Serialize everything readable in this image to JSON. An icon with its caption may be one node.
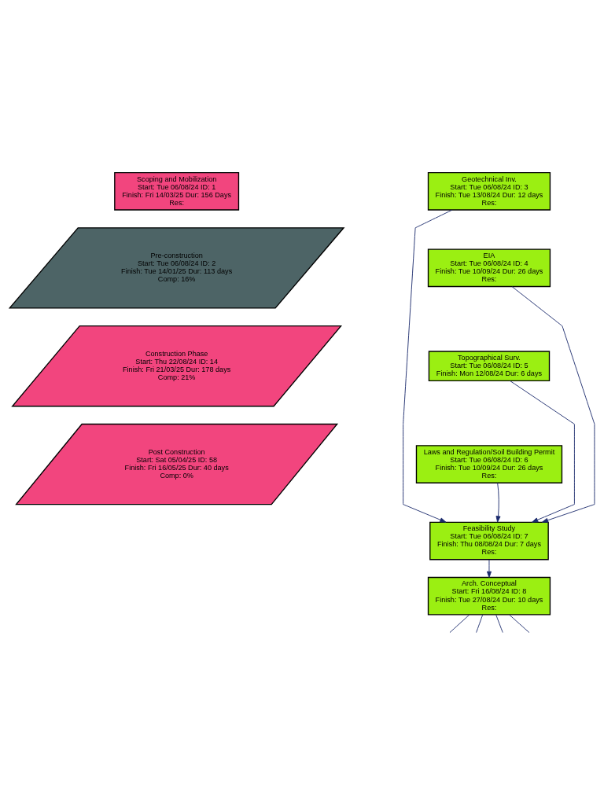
{
  "diagram": {
    "nodes": [
      {
        "text": [
          "Scoping and Mobilization",
          "Start: Tue 06/08/24 ID: 1",
          "Finish: Fri 14/03/25 Dur: 156 Days",
          "Res:"
        ]
      },
      {
        "text": [
          "Pre-construction",
          "Start: Tue 06/08/24 ID: 2",
          "Finish: Tue 14/01/25 Dur: 113 days",
          "Comp: 16%"
        ]
      },
      {
        "text": [
          "Geotechnical Inv.",
          "Start: Tue 06/08/24 ID: 3",
          "Finish: Tue 13/08/24 Dur: 12 days",
          "Res:"
        ]
      },
      {
        "text": [
          "Feasibility Study",
          "Start: Tue 06/08/24 ID: 7",
          "Finish: Thu 08/08/24 Dur: 7 days",
          "Res:"
        ]
      },
      {
        "text": [
          "Arch. Conceptual",
          "Start: Fri 16/08/24 ID: 8",
          "Finish: Tue 27/08/24 Dur: 10 days",
          "Res:"
        ]
      },
      {
        "text": [
          "EIA",
          "Start: Tue 06/08/24 ID: 4",
          "Finish: Tue 10/09/24 Dur: 26 days",
          "Res:"
        ]
      },
      {
        "text": [
          "Topographical Surv.",
          "Start: Tue 06/08/24 ID: 5",
          "Finish: Mon 12/08/24 Dur: 6 days"
        ]
      },
      {
        "text": [
          "Laws and Regulation/Soil Building Permit",
          "Start: Tue 06/08/24 ID: 6",
          "Finish: Tue 10/09/24 Dur: 26 days",
          "Res:"
        ]
      },
      {
        "text": [
          "Construction Phase",
          "Start: Thu 22/08/24 ID: 14",
          "Finish: Fri 21/03/25 Dur: 178 days",
          "Comp: 21%"
        ]
      },
      {
        "text": [
          "Post Construction",
          "Start: Sat 05/04/25 ID: 58",
          "Finish: Fri 16/05/25 Dur: 40 days",
          "Comp: 0%"
        ]
      }
    ],
    "edges": [
      {
        "from": 2,
        "to": 3,
        "arrow": "to"
      },
      {
        "from": 5,
        "to": 3,
        "arrow": "to"
      },
      {
        "from": 6,
        "to": 3,
        "arrow": "to"
      },
      {
        "from": 7,
        "to": 3,
        "arrow": "to"
      },
      {
        "from": 3,
        "to": 4,
        "arrow": "to"
      },
      {
        "from": 4,
        "to": null,
        "arrow": "none"
      },
      {
        "from": 4,
        "to": null,
        "arrow": "none"
      },
      {
        "from": 4,
        "to": null,
        "arrow": "none"
      },
      {
        "from": 4,
        "to": null,
        "arrow": "none"
      }
    ]
  }
}
